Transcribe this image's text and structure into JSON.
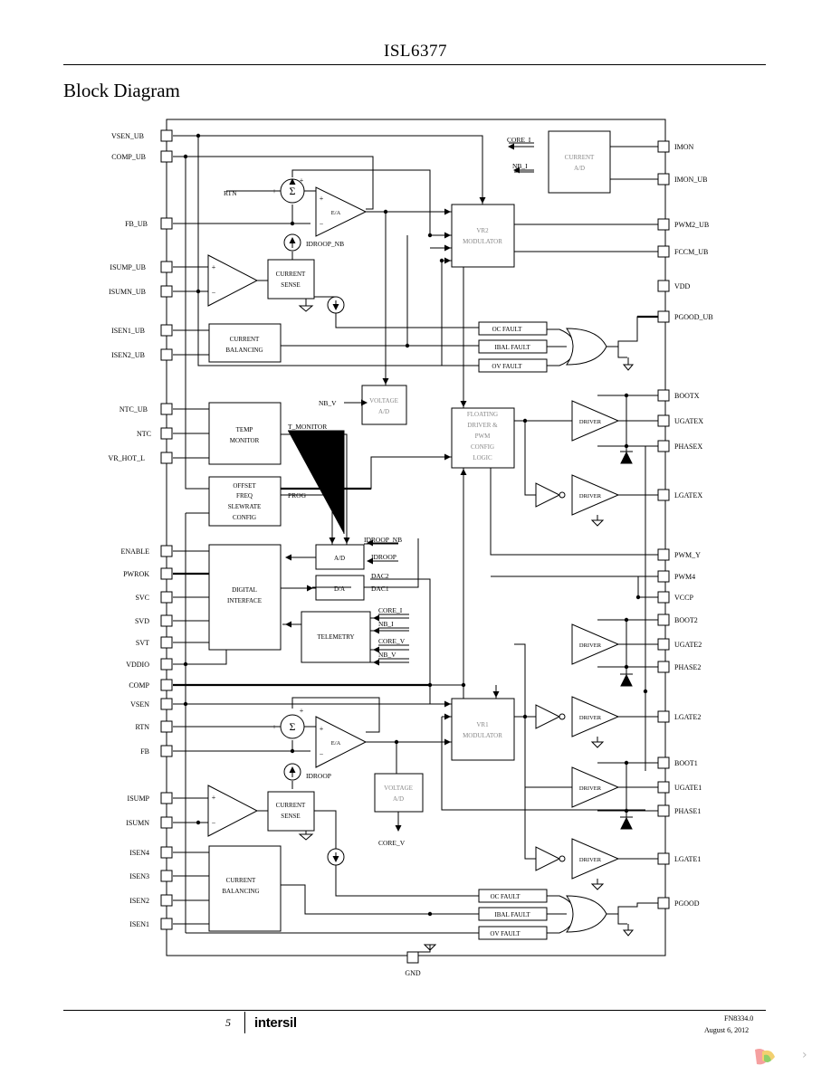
{
  "header": {
    "title": "ISL6377"
  },
  "section_title": "Block Diagram",
  "pins_left": {
    "vsen_ub": "VSEN_UB",
    "comp_ub": "COMP_UB",
    "fb_ub": "FB_UB",
    "isump_ub": "ISUMP_UB",
    "isumn_ub": "ISUMN_UB",
    "isen1_ub": "ISEN1_UB",
    "isen2_ub": "ISEN2_UB",
    "ntc_ub": "NTC_UB",
    "ntc": "NTC",
    "vr_hot_l": "VR_HOT_L",
    "enable": "ENABLE",
    "pwrok": "PWROK",
    "svc": "SVC",
    "svd": "SVD",
    "svt": "SVT",
    "vddio": "VDDIO",
    "comp": "COMP",
    "vsen": "VSEN",
    "rtn": "RTN",
    "fb": "FB",
    "isump": "ISUMP",
    "isumn": "ISUMN",
    "isen4": "ISEN4",
    "isen3": "ISEN3",
    "isen2": "ISEN2",
    "isen1": "ISEN1"
  },
  "pins_right": {
    "imon": "IMON",
    "imon_ub": "IMON_UB",
    "pwm2_ub": "PWM2_UB",
    "fccm_ub": "FCCM_UB",
    "vdd": "VDD",
    "pgood_ub": "PGOOD_UB",
    "bootx": "BOOTX",
    "ugatex": "UGATEX",
    "phasex": "PHASEX",
    "lgatex": "LGATEX",
    "pwm_y": "PWM_Y",
    "pwm4": "PWM4",
    "vccp": "VCCP",
    "boot2": "BOOT2",
    "ugate2": "UGATE2",
    "phase2": "PHASE2",
    "lgate2": "LGATE2",
    "boot1": "BOOT1",
    "ugate1": "UGATE1",
    "phase1": "PHASE1",
    "lgate1": "LGATE1",
    "pgood": "PGOOD"
  },
  "pin_bottom": {
    "gnd": "GND"
  },
  "blocks": {
    "current_ad": [
      "CURRENT",
      "A/D"
    ],
    "vr2_modulator": [
      "VR2",
      "MODULATOR"
    ],
    "vr1_modulator": [
      "VR1",
      "MODULATOR"
    ],
    "current_sense": [
      "CURRENT",
      "SENSE"
    ],
    "current_balancing": [
      "CURRENT",
      "BALANCING"
    ],
    "voltage_ad": [
      "VOLTAGE",
      "A/D"
    ],
    "temp_monitor": [
      "TEMP",
      "MONITOR"
    ],
    "offset_config": [
      "OFFSET",
      "FREQ",
      "SLEWRATE",
      "CONFIG"
    ],
    "floating_driver": [
      "FLOATING",
      "DRIVER &",
      "PWM",
      "CONFIG",
      "LOGIC"
    ],
    "digital_interface": [
      "DIGITAL",
      "INTERFACE"
    ],
    "ad": "A/D",
    "da": "D/A",
    "telemetry": "TELEMETRY",
    "ea": "E/A",
    "driver": "DRIVER",
    "oc_fault": "OC FAULT",
    "ibal_fault": "IBAL FAULT",
    "ov_fault": "OV FAULT"
  },
  "signals": {
    "core_i": "CORE_I",
    "nb_i": "NB_I",
    "core_v": "CORE_V",
    "nb_v": "NB_V",
    "rtn": "RTN",
    "idroop_nb": "IDROOP_NB",
    "idroop": "IDROOP",
    "t_monitor": "T_MONITOR",
    "prog": "PROG",
    "dac1": "DAC1",
    "dac2": "DAC2",
    "plus": "+",
    "minus": "−",
    "sigma": "Σ"
  },
  "footer": {
    "page": "5",
    "logo": "intersil",
    "fn": "FN8334.0",
    "date": "August 6, 2012",
    "nav_next": "›"
  }
}
